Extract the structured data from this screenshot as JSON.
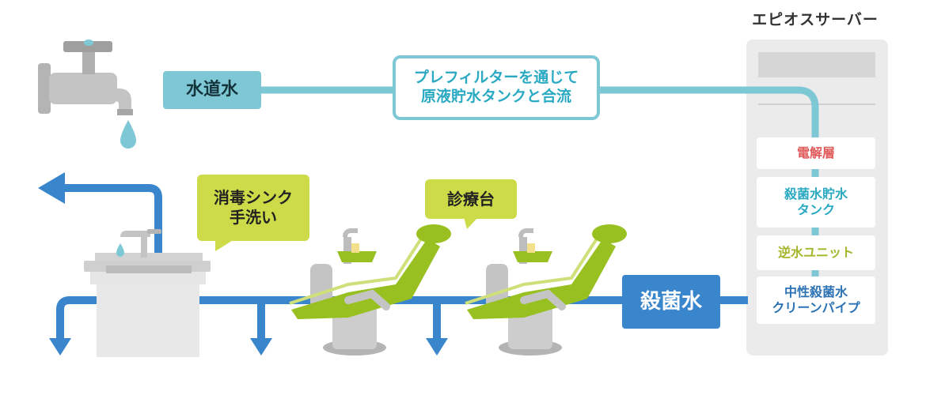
{
  "server": {
    "title": "エピオスサーバー",
    "panels": {
      "electrolysis": "電解層",
      "tank": [
        "殺菌水貯水",
        "タンク"
      ],
      "backflow": "逆水ユニット",
      "pipe": [
        "中性殺菌水",
        "クリーンパイプ"
      ]
    }
  },
  "tap_water": {
    "label": "水道水"
  },
  "prefilter": {
    "lines": [
      "プレフィルターを通じて",
      "原液貯水タンクと合流"
    ]
  },
  "sink": {
    "lines": [
      "消毒シンク",
      "手洗い"
    ]
  },
  "dental_chair": {
    "label": "診療台"
  },
  "sterilized_water": {
    "label": "殺菌水"
  },
  "colors": {
    "tap_line": "#7ec8d6",
    "sterile_line": "#3a86cc",
    "chair_green": "#98c020",
    "bubble_green": "#cddb49",
    "server_gray": "#ebebeb",
    "red_text": "#e05a5a",
    "blue_text": "#2aa9c2"
  }
}
